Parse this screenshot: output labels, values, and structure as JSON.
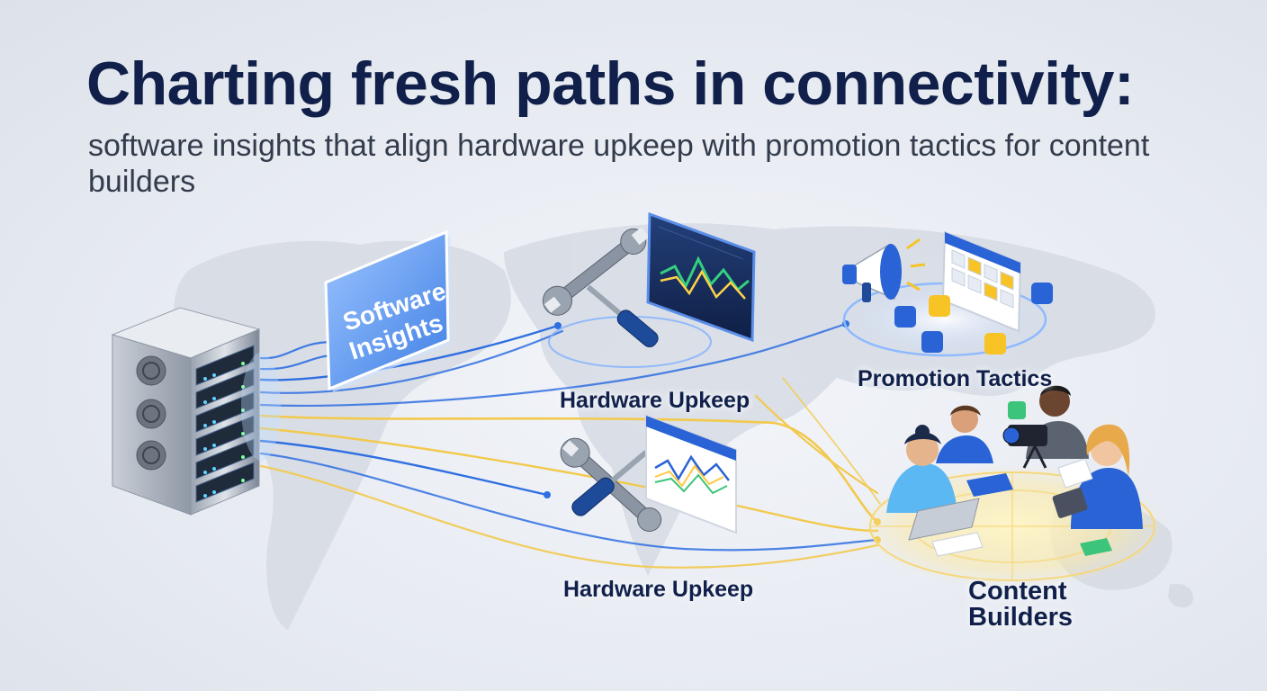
{
  "header": {
    "title": "Charting fresh paths in connectivity:",
    "subtitle": "software insights that align hardware upkeep with promotion tactics for content builders"
  },
  "nodes": {
    "software_insights": {
      "line1": "Software",
      "line2": "Insights"
    },
    "hardware_upkeep_top": "Hardware Upkeep",
    "hardware_upkeep_bottom": "Hardware Upkeep",
    "promotion_tactics": "Promotion Tactics",
    "content_builders": {
      "line1": "Content",
      "line2": "Builders"
    }
  },
  "colors": {
    "title": "#10204a",
    "connector_blue": "#2f6fe0",
    "connector_gold": "#f2c94c",
    "panel_blue": "#1f5bc4",
    "wrench_gray": "#8a94a3",
    "screwdriver_blue": "#1e4a9a",
    "megaphone_blue": "#2a63d6",
    "accent_yellow": "#f7c325"
  }
}
